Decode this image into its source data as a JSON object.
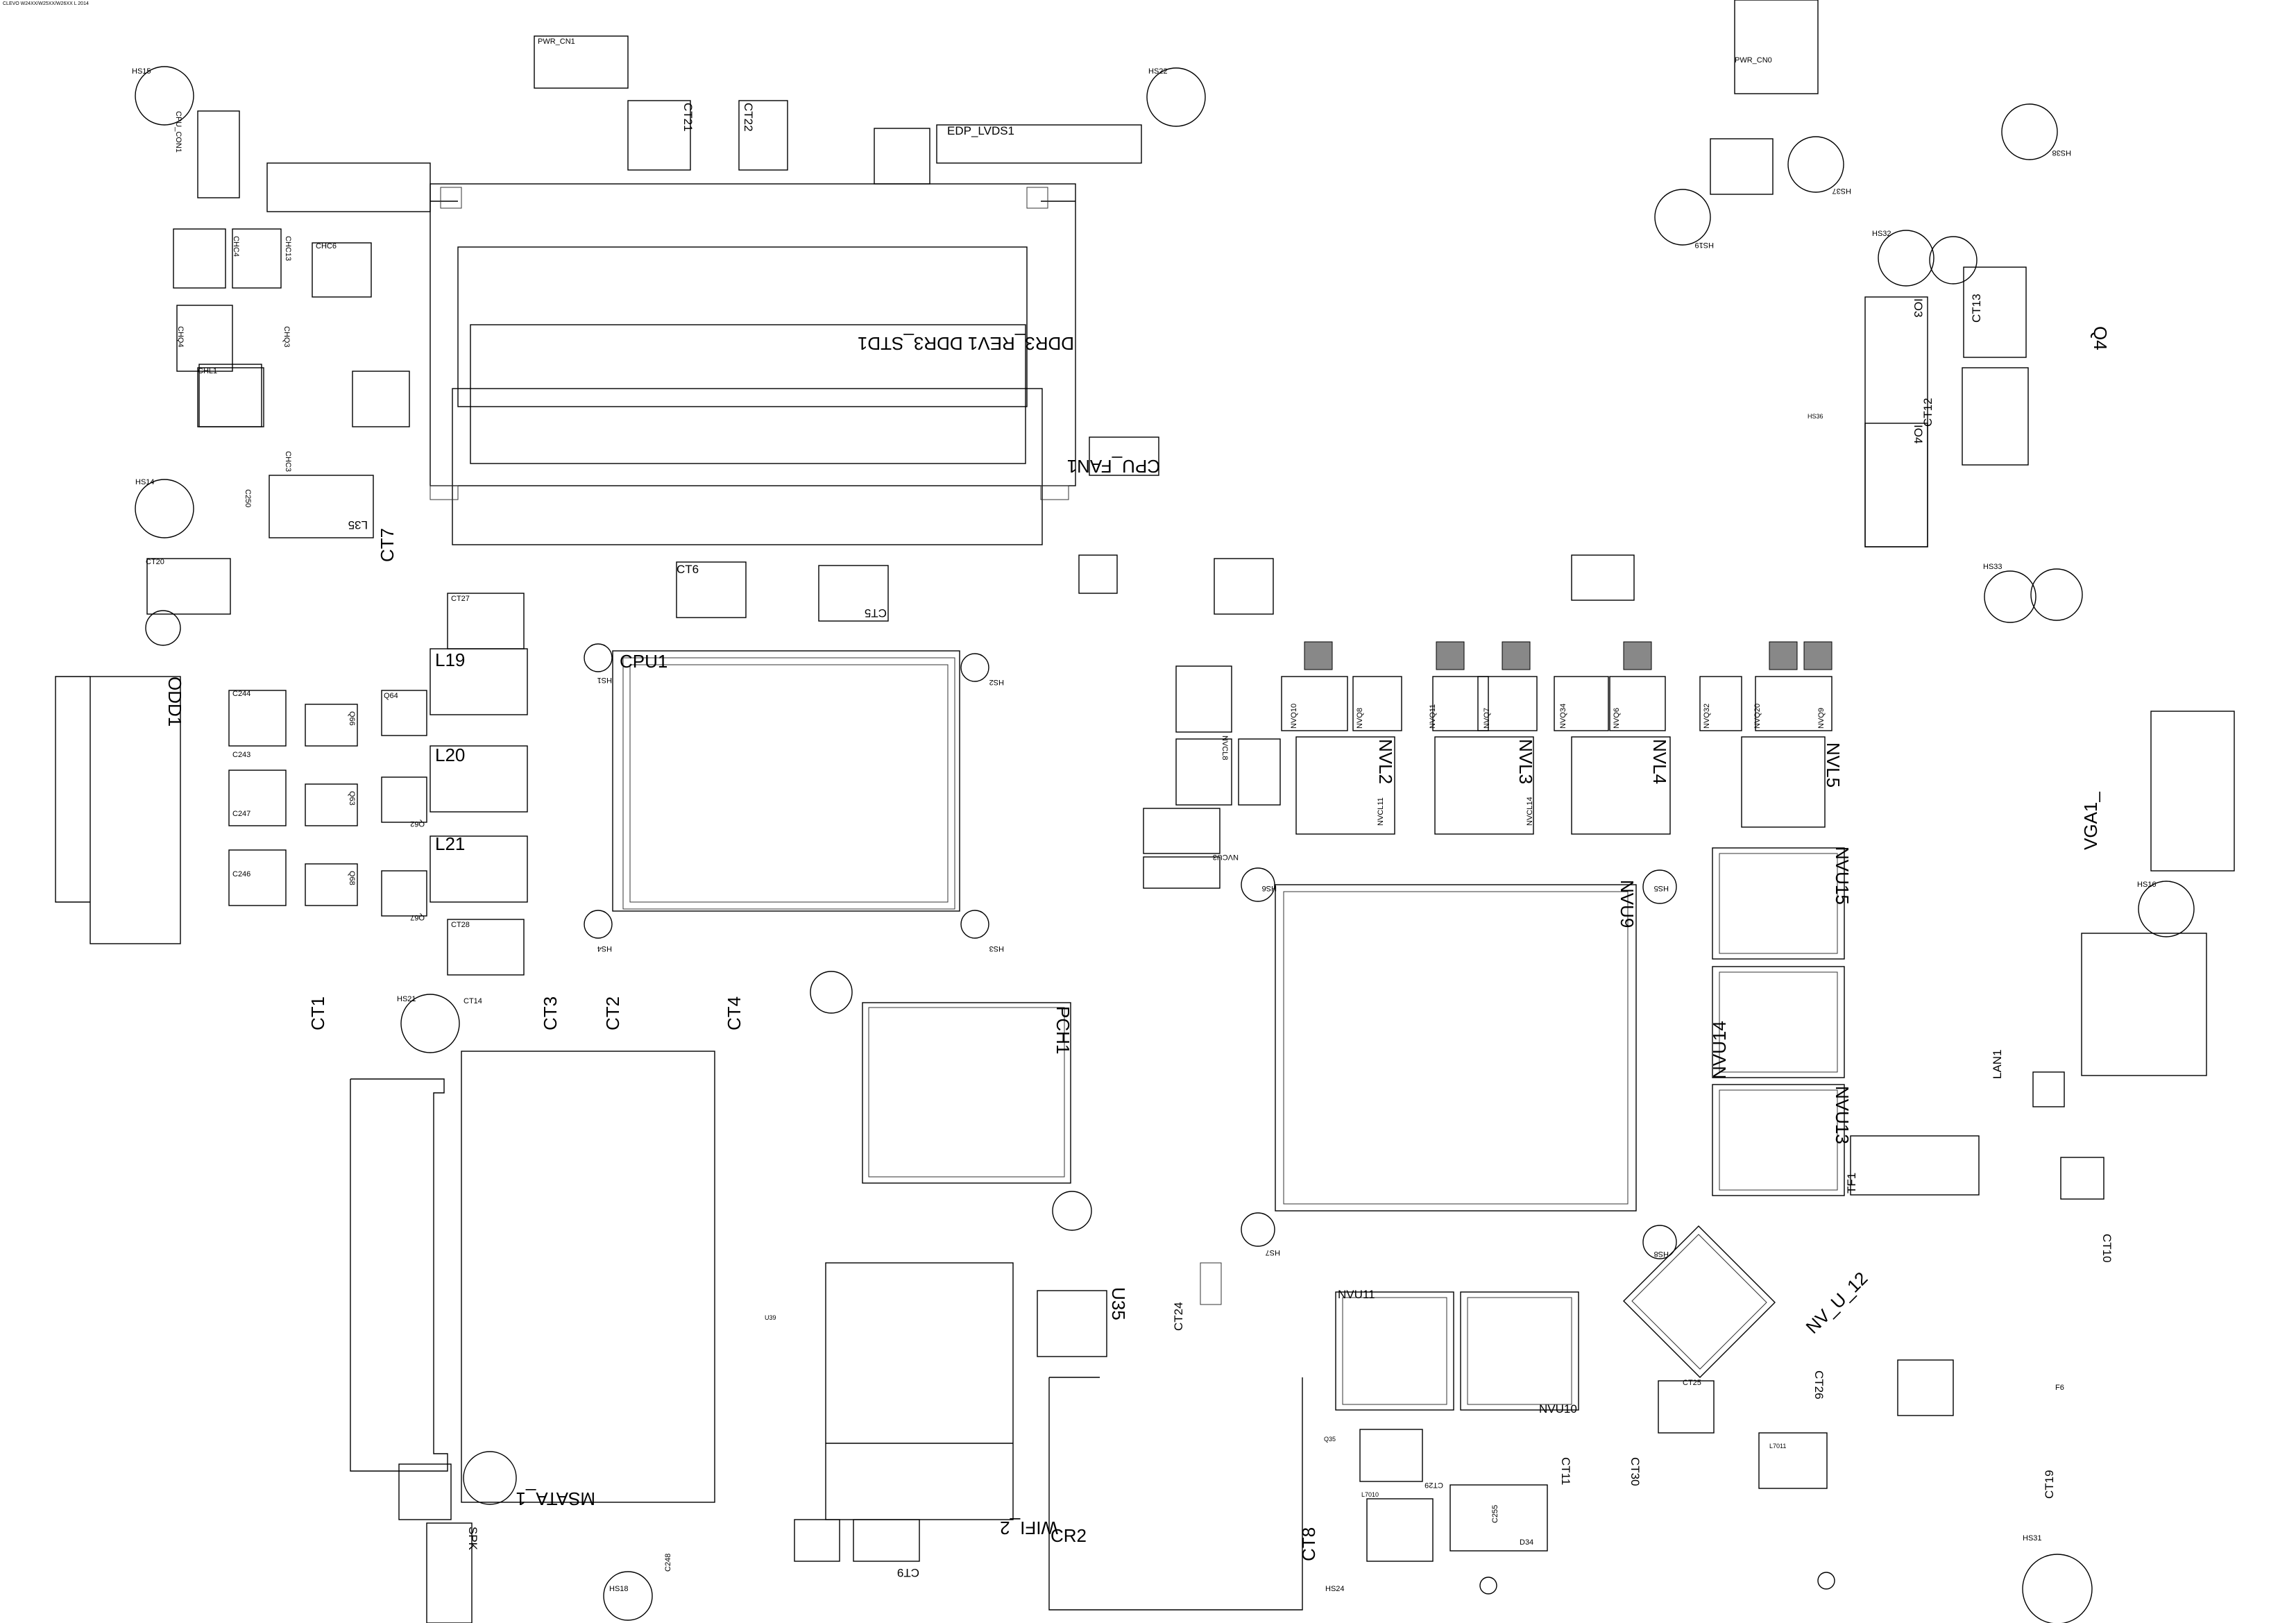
{
  "header_text": "CLEVO W24XX/W25XX/W26XX L 2014",
  "designators": {
    "ddr3": "DDR3_REV1 DDR3_STD1",
    "cpu1": "CPU1",
    "pch1": "PCH1",
    "nvu9": "NVU9",
    "nvu15": "NVU15",
    "nvu14": "NVU14",
    "nvu13": "NVU13",
    "nvu11": "NVU11",
    "nvu10": "NVU10",
    "nvu12": "NV_U_12",
    "nvl2": "NVL2",
    "nvl3": "NVL3",
    "nvl4": "NVL4",
    "nvl5": "NVL5",
    "msata": "MSATA_1",
    "wifi": "WIFI_2",
    "cr2": "CR2",
    "u35": "U35",
    "odd1": "ODD1",
    "vga": "VGA1_",
    "lan1": "LAN1",
    "tf1": "TF1",
    "q4": "Q4",
    "io3": "IO3",
    "io4": "IO4",
    "cpu_fan": "CPU_FAN1",
    "edp": "EDP_LVDS1",
    "spk": "SPK",
    "l19": "L19",
    "l20": "L20",
    "l21": "L21",
    "l35": "L35",
    "ct1": "CT1",
    "ct2": "CT2",
    "ct3": "CT3",
    "ct4": "CT4",
    "ct5": "CT5",
    "ct6": "CT6",
    "ct7": "CT7",
    "ct8": "CT8",
    "ct9": "CT9",
    "ct10": "CT10",
    "ct11": "CT11",
    "ct12": "CT12",
    "ct13": "CT13",
    "ct20": "CT20",
    "ct21": "CT21",
    "ct22": "CT22",
    "ct24": "CT24",
    "ct26": "CT26",
    "ct30": "CT30",
    "pwr_cn1": "PWR_CN1",
    "pwr_cn0": "PWR_CN0",
    "hs1": "HS1",
    "hs2": "HS2",
    "hs3": "HS3",
    "hs4": "HS4",
    "hs5": "HS5",
    "hs6": "HS6",
    "hs7": "HS7",
    "hs8": "HS8",
    "hs14": "HS14",
    "hs15": "HS15",
    "hs16": "HS16",
    "hs18": "HS18",
    "hs19": "HS19",
    "hs21": "HS21",
    "hs22": "HS22",
    "hs24": "HS24",
    "hs31": "HS31",
    "hs32": "HS32",
    "hs33": "HS33",
    "hs36": "HS36",
    "hs37": "HS37",
    "hs38": "HS38",
    "chl1": "CHL1",
    "ct14": "CT14",
    "ct25": "CT25",
    "ct27": "CT27",
    "ct28": "CT28",
    "ct29": "CT29",
    "ct19": "CT19",
    "c244": "C244",
    "c243": "C243",
    "c247": "C247",
    "c246": "C246",
    "c248": "C248",
    "c255": "C255",
    "f6": "F6",
    "d34": "D34",
    "l7010": "L7010",
    "l7011": "L7011",
    "q35": "Q35",
    "u39": "U39",
    "nvcl8": "NVCL8",
    "nvcl11": "NVCL11",
    "nvcl14": "NVCL14",
    "nvcu3": "NVCU3",
    "nvq10": "NVQ10",
    "nvq11": "NVQ11",
    "nvq20": "NVQ20",
    "nvq32": "NVQ32",
    "nvq34": "NVQ34",
    "nvq8": "NVQ8",
    "nvq7": "NVQ7",
    "nvq6": "NVQ6",
    "nvq9": "NVQ9",
    "chc3": "CHC3",
    "chc4": "CHC4",
    "chc6": "CHC6",
    "chc13": "CHC13",
    "chq4": "CHQ4",
    "chq3": "CHQ3",
    "q66": "Q66",
    "q63": "Q63",
    "q68": "Q68",
    "q64": "Q64",
    "q62": "Q62",
    "q67": "Q67",
    "c250": "C250",
    "ct0_con": "CPU_CON1"
  }
}
